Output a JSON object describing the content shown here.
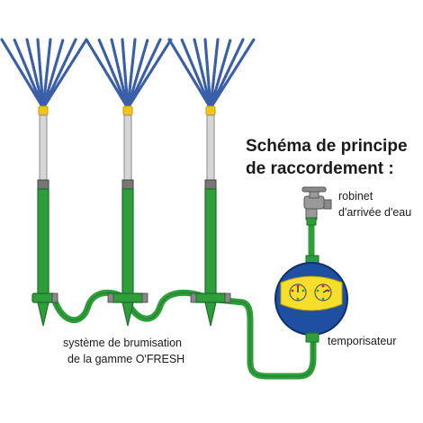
{
  "title": {
    "line1": "Schéma de principe",
    "line2": "de raccordement :"
  },
  "labels": {
    "tap_line1": "robinet",
    "tap_line2": "d'arrivée d'eau",
    "timer": "temporisateur",
    "system_line1": "système de brumisation",
    "system_line2": "de la gamme O'FRESH"
  },
  "colors": {
    "hose_green": "#2e9e3a",
    "hose_dark": "#1f6e28",
    "mist_line": "#3a5fa8",
    "nozzle_yellow": "#f2c31b",
    "pole_grey": "#c9c9c9",
    "timer_blue": "#1f4fa0",
    "timer_yellow": "#f5df2b",
    "tap_grey": "#9a9a9a"
  }
}
